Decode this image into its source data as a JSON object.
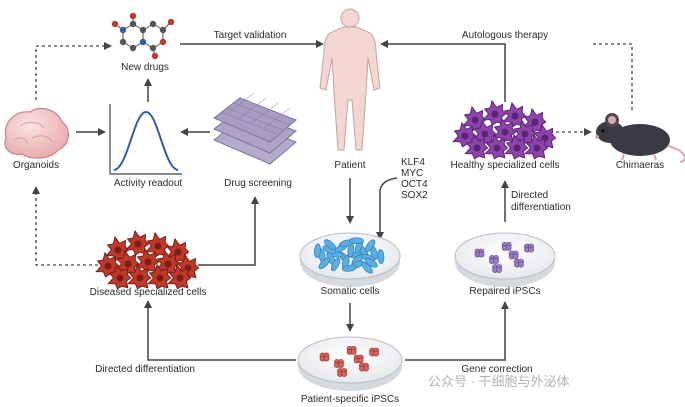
{
  "nodes": {
    "new_drugs": "New drugs",
    "organoids": "Organoids",
    "activity_readout": "Activity readout",
    "drug_screening": "Drug screening",
    "patient": "Patient",
    "healthy_cells": "Healthy specialized cells",
    "chimaeras": "Chimaeras",
    "diseased_cells": "Diseased specialized cells",
    "somatic_cells": "Somatic cells",
    "repaired_ipscs": "Repaired iPSCs",
    "patient_ipscs": "Patient-specific iPSCs"
  },
  "edges": {
    "target_validation": "Target validation",
    "autologous_therapy": "Autologous therapy",
    "directed_differentiation_right_1": "Directed",
    "directed_differentiation_right_2": "differentiation",
    "directed_differentiation_left": "Directed differentiation",
    "gene_correction": "Gene correction"
  },
  "factors": [
    "KLF4",
    "MYC",
    "OCT4",
    "SOX2"
  ],
  "watermark": "公众号 · 干细胞与外泌体",
  "colors": {
    "arrow": "#444444",
    "diseased_cell": "#c0392b",
    "healthy_cell": "#8e44ad",
    "somatic_cell": "#5dade2",
    "repaired_ipsc": "#9b7fc4",
    "patient_ipsc": "#d9625a",
    "organoid": "#f2c4c4",
    "screening_plate": "#9a8fb8",
    "body": "#f3d6d0",
    "mouse": "#3a3a42"
  }
}
